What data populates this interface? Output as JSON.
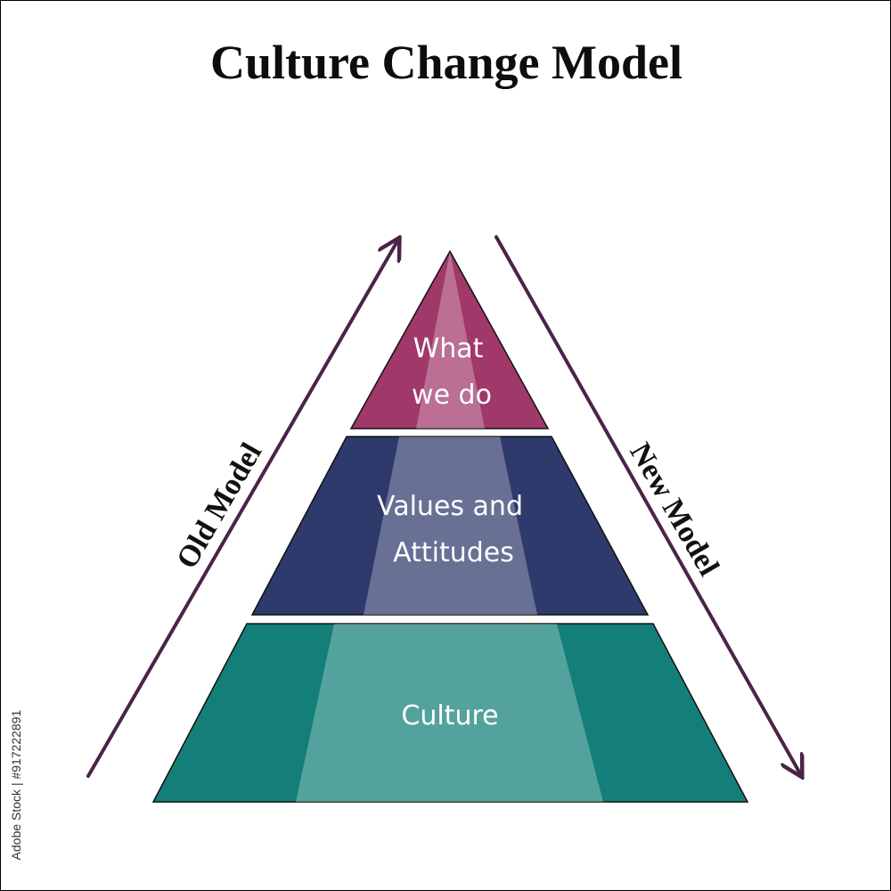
{
  "title": "Culture Change Model",
  "levels": [
    {
      "lines": [
        "What",
        "we do"
      ],
      "color": "#a0386a"
    },
    {
      "lines": [
        "Values and",
        "Attitudes"
      ],
      "color": "#2e3a6b"
    },
    {
      "lines": [
        "Culture"
      ],
      "color": "#137f78"
    }
  ],
  "arrows": {
    "left": {
      "label": "Old Model",
      "direction": "up"
    },
    "right": {
      "label": "New Model",
      "direction": "down"
    },
    "color": "#4a2448"
  },
  "highlight_color": "#ffffff",
  "watermark": "Adobe Stock | #917222891"
}
